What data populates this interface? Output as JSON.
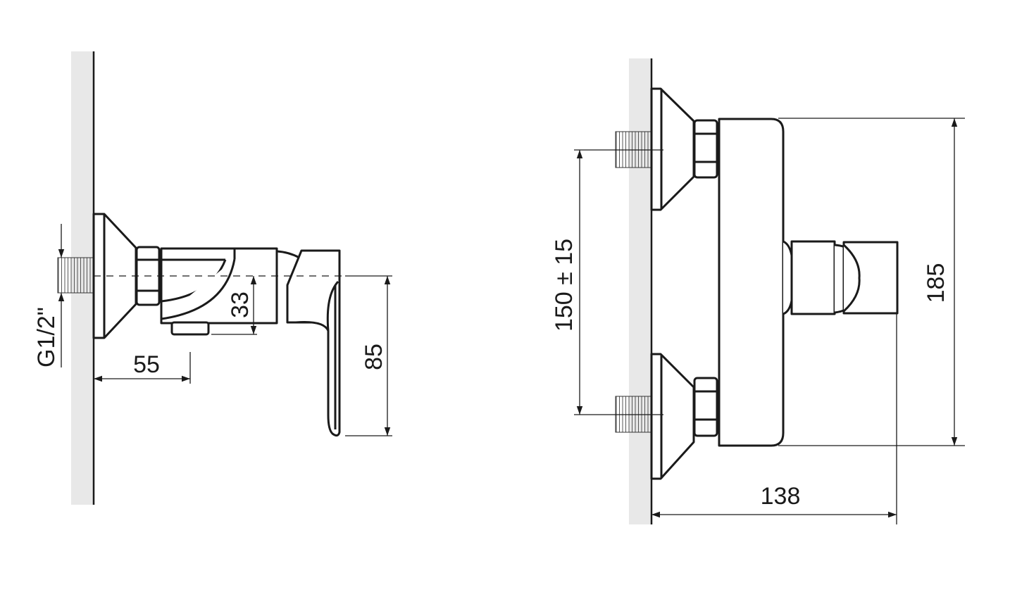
{
  "side_view": {
    "thread_label": "G1/2\"",
    "projection_label": "55",
    "outlet_height_label": "33",
    "lever_length_label": "85"
  },
  "front_view": {
    "inlet_spacing_label": "150 ± 15",
    "body_height_label": "185",
    "total_projection_label": "138"
  },
  "colors": {
    "line": "#1a1a1a",
    "wall": "#e8e8e8"
  }
}
